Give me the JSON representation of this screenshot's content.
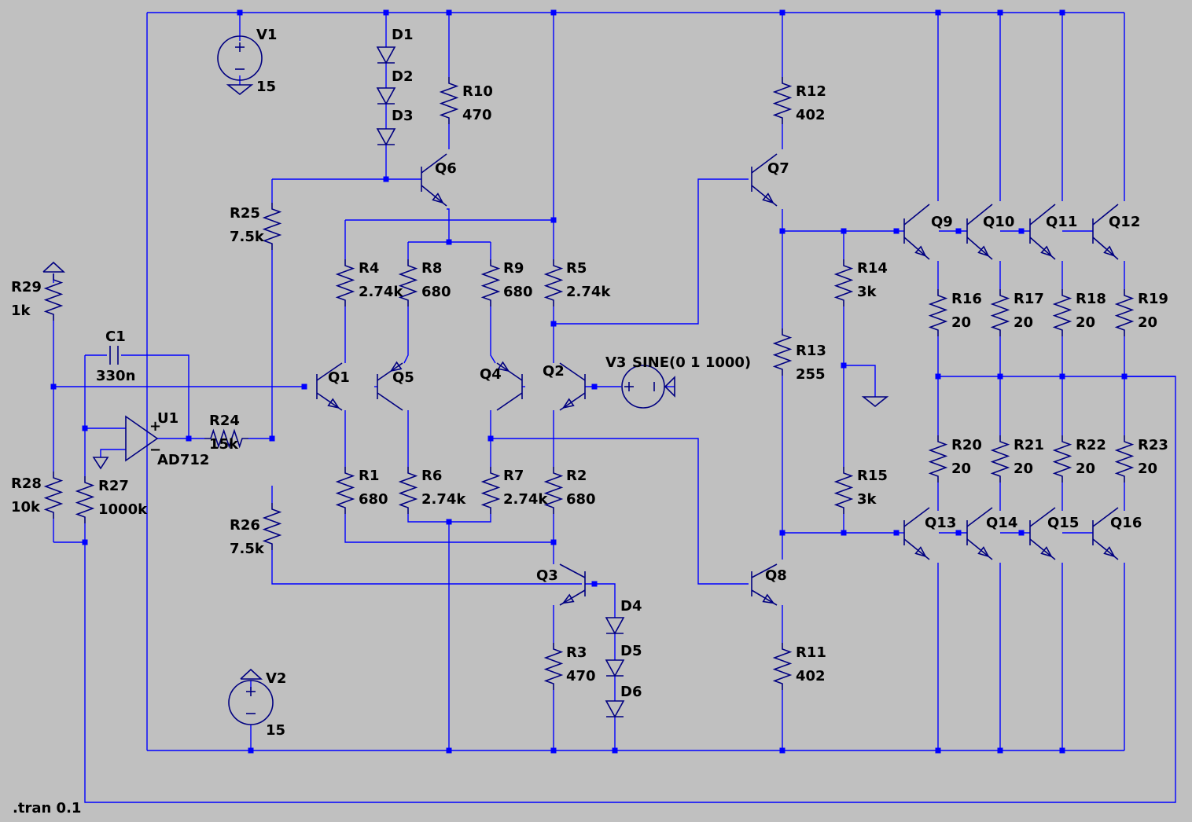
{
  "directive": ".tran 0.1",
  "colors": {
    "background": "#c0c0c0",
    "wire": "#0000ff",
    "component": "#000080",
    "text": "#000000"
  },
  "components": {
    "V1": {
      "name": "V1",
      "value": "15"
    },
    "V2": {
      "name": "V2",
      "value": "15"
    },
    "V3": {
      "name": "V3",
      "value": "SINE(0 1 1000)"
    },
    "U1": {
      "name": "U1",
      "value": "AD712"
    },
    "C1": {
      "name": "C1",
      "value": "330n"
    },
    "D1": {
      "name": "D1"
    },
    "D2": {
      "name": "D2"
    },
    "D3": {
      "name": "D3"
    },
    "D4": {
      "name": "D4"
    },
    "D5": {
      "name": "D5"
    },
    "D6": {
      "name": "D6"
    },
    "Q1": {
      "name": "Q1"
    },
    "Q2": {
      "name": "Q2"
    },
    "Q3": {
      "name": "Q3"
    },
    "Q4": {
      "name": "Q4"
    },
    "Q5": {
      "name": "Q5"
    },
    "Q6": {
      "name": "Q6"
    },
    "Q7": {
      "name": "Q7"
    },
    "Q8": {
      "name": "Q8"
    },
    "Q9": {
      "name": "Q9"
    },
    "Q10": {
      "name": "Q10"
    },
    "Q11": {
      "name": "Q11"
    },
    "Q12": {
      "name": "Q12"
    },
    "Q13": {
      "name": "Q13"
    },
    "Q14": {
      "name": "Q14"
    },
    "Q15": {
      "name": "Q15"
    },
    "Q16": {
      "name": "Q16"
    },
    "R1": {
      "name": "R1",
      "value": "680"
    },
    "R2": {
      "name": "R2",
      "value": "680"
    },
    "R3": {
      "name": "R3",
      "value": "470"
    },
    "R4": {
      "name": "R4",
      "value": "2.74k"
    },
    "R5": {
      "name": "R5",
      "value": "2.74k"
    },
    "R6": {
      "name": "R6",
      "value": "2.74k"
    },
    "R7": {
      "name": "R7",
      "value": "2.74k"
    },
    "R8": {
      "name": "R8",
      "value": "680"
    },
    "R9": {
      "name": "R9",
      "value": "680"
    },
    "R10": {
      "name": "R10",
      "value": "470"
    },
    "R11": {
      "name": "R11",
      "value": "402"
    },
    "R12": {
      "name": "R12",
      "value": "402"
    },
    "R13": {
      "name": "R13",
      "value": "255"
    },
    "R14": {
      "name": "R14",
      "value": "3k"
    },
    "R15": {
      "name": "R15",
      "value": "3k"
    },
    "R16": {
      "name": "R16",
      "value": "20"
    },
    "R17": {
      "name": "R17",
      "value": "20"
    },
    "R18": {
      "name": "R18",
      "value": "20"
    },
    "R19": {
      "name": "R19",
      "value": "20"
    },
    "R20": {
      "name": "R20",
      "value": "20"
    },
    "R21": {
      "name": "R21",
      "value": "20"
    },
    "R22": {
      "name": "R22",
      "value": "20"
    },
    "R23": {
      "name": "R23",
      "value": "20"
    },
    "R24": {
      "name": "R24",
      "value": "15k"
    },
    "R25": {
      "name": "R25",
      "value": "7.5k"
    },
    "R26": {
      "name": "R26",
      "value": "7.5k"
    },
    "R27": {
      "name": "R27",
      "value": "1000k"
    },
    "R28": {
      "name": "R28",
      "value": "10k"
    },
    "R29": {
      "name": "R29",
      "value": "1k"
    }
  }
}
